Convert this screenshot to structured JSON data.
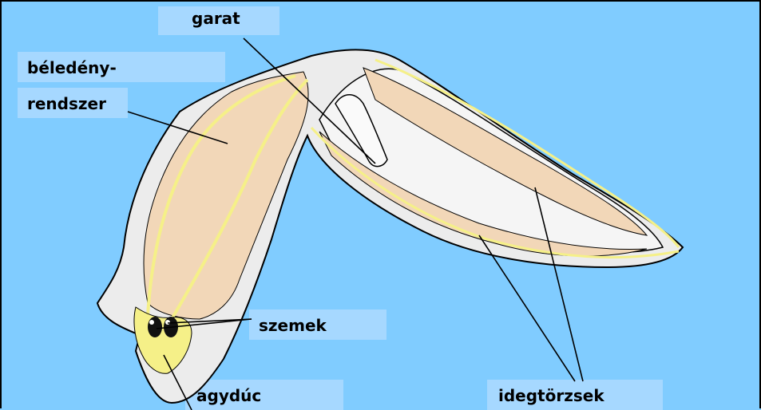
{
  "labels": {
    "garat": "garat",
    "beledeny_line1": "béledény-",
    "beledeny_line2": "rendszer",
    "szemek": "szemek",
    "agyduc": "agydúc",
    "idegtorzsek": "idegtörzsek"
  },
  "colors": {
    "background": "#80ccff",
    "label_box": "#a6d8ff",
    "body_outline_fill": "#ececec",
    "gut_fill": "#f2d7b8",
    "nerve": "#f5f088",
    "eye": "#111111"
  }
}
